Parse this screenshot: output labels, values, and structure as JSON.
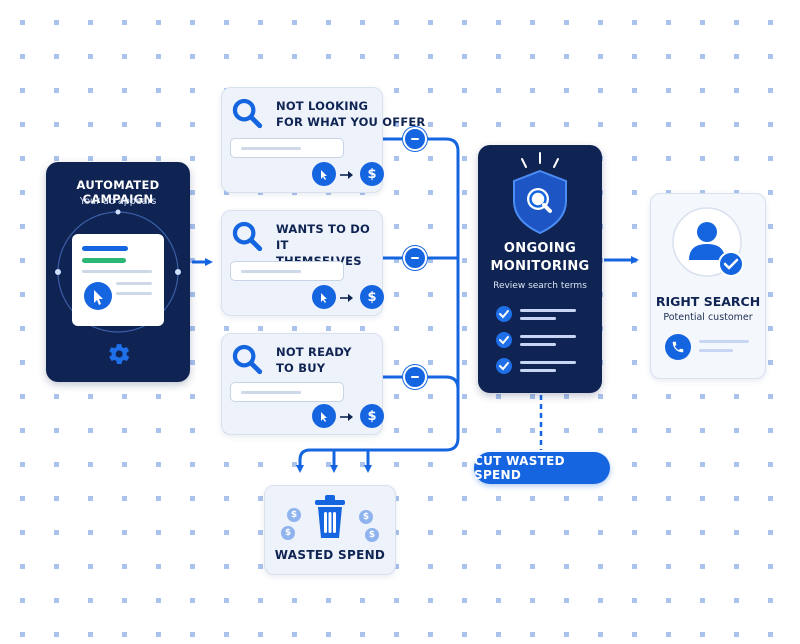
{
  "colors": {
    "navy": "#0f2453",
    "blue": "#1565e0",
    "light_card": "#eef2fa",
    "green": "#2bb673",
    "dot": "#a9c3ee"
  },
  "automated_campaign": {
    "title": "AUTOMATED CAMPAIGN",
    "subtitle": "Your ad appears",
    "icon": "gear-icon"
  },
  "conditions": [
    {
      "line1": "NOT LOOKING",
      "line2": "FOR WHAT YOU OFFER",
      "icon": "search-icon",
      "dollar": "$"
    },
    {
      "line1": "WANTS TO DO IT",
      "line2": "THEMSELVES",
      "icon": "search-icon",
      "dollar": "$"
    },
    {
      "line1": "NOT READY",
      "line2": "TO BUY",
      "icon": "search-icon",
      "dollar": "$"
    }
  ],
  "wasted": {
    "label": "WASTED SPEND",
    "icon": "trash-icon",
    "coin": "$"
  },
  "monitoring": {
    "title_line1": "ONGOING",
    "title_line2": "MONITORING",
    "subtitle": "Review search terms",
    "icon": "shield-search-icon"
  },
  "cut": {
    "label": "CUT WASTED SPEND"
  },
  "right_search": {
    "title": "RIGHT SEARCH",
    "subtitle": "Potential customer",
    "icon": "user-check-icon"
  }
}
